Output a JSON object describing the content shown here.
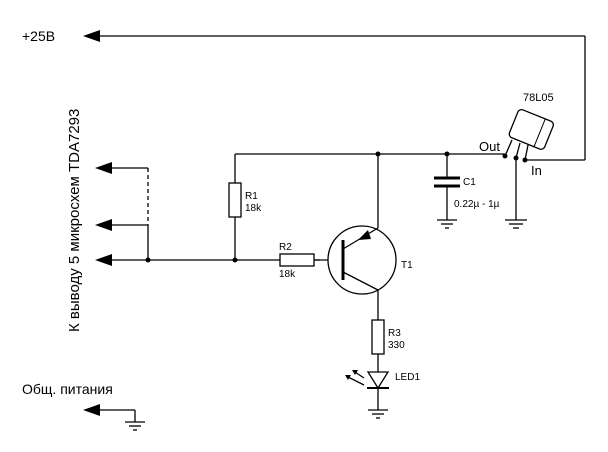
{
  "labels": {
    "supply": "+25B",
    "regulator": "78L05",
    "out": "Out",
    "in": "In",
    "c1": "C1",
    "c1_value": "0.22µ - 1µ",
    "r1": "R1",
    "r1_value": "18k",
    "r2": "R2",
    "r2_value": "18k",
    "r3": "R3",
    "r3_value": "330",
    "t1": "T1",
    "led1": "LED1",
    "vertical": "К выводу 5 микросхем TDA7293",
    "common": "Общ. питания"
  }
}
